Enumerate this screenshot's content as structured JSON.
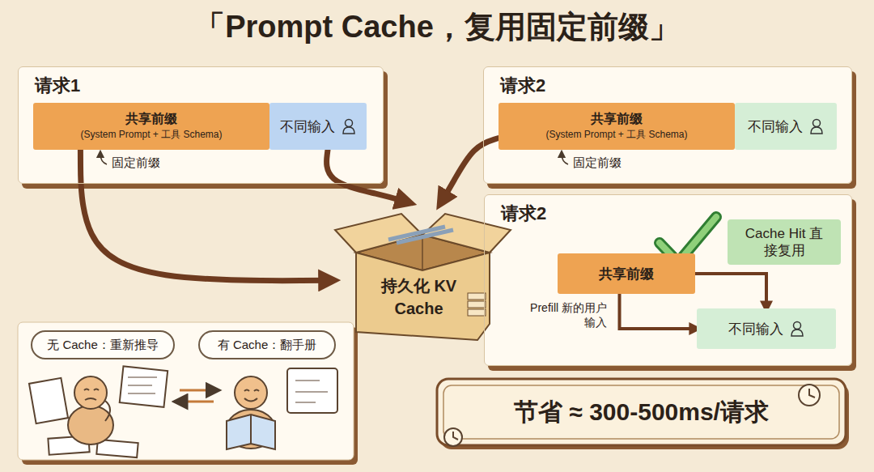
{
  "diagram": {
    "title": "「Prompt Cache，复用固定前缀」",
    "nodes": [
      {
        "text": [
          "请求1"
        ]
      },
      {
        "text": [
          "共享前缀",
          "(System Prompt + 工具 Schema)"
        ],
        "in": 0
      },
      {
        "text": [
          "不同输入"
        ],
        "in": 0
      },
      {
        "text": [
          "请求2"
        ]
      },
      {
        "text": [
          "共享前缀",
          "(System Prompt + 工具 Schema)"
        ],
        "in": 3
      },
      {
        "text": [
          "不同输入"
        ],
        "in": 3
      },
      {
        "text": [
          "持久化 KV Cache"
        ]
      },
      {
        "text": [
          "请求2"
        ]
      },
      {
        "text": [
          "Cache Hit 直接复用"
        ],
        "in": 7
      },
      {
        "text": [
          "共享前缀"
        ],
        "in": 7
      },
      {
        "text": [
          "不同输入"
        ],
        "in": 7
      },
      {
        "text": [
          "无 Cache：重新推导"
        ]
      },
      {
        "text": [
          "有 Cache：翻手册"
        ]
      },
      {
        "text": [
          "节省 ≈ 300-500ms/请求"
        ]
      }
    ],
    "edges": [
      {
        "from": 2,
        "to": 6,
        "arrow": "to"
      },
      {
        "from": 4,
        "to": 6,
        "arrow": "to"
      },
      {
        "from": 1,
        "to": 6,
        "arrow": "to"
      },
      {
        "from": 9,
        "to": 10,
        "arrow": "to"
      },
      {
        "from": 9,
        "to": 10,
        "label": "Prefill 新的用户输入",
        "arrow": "to"
      }
    ],
    "labels": [
      "固定前缀",
      "固定前缀"
    ]
  }
}
